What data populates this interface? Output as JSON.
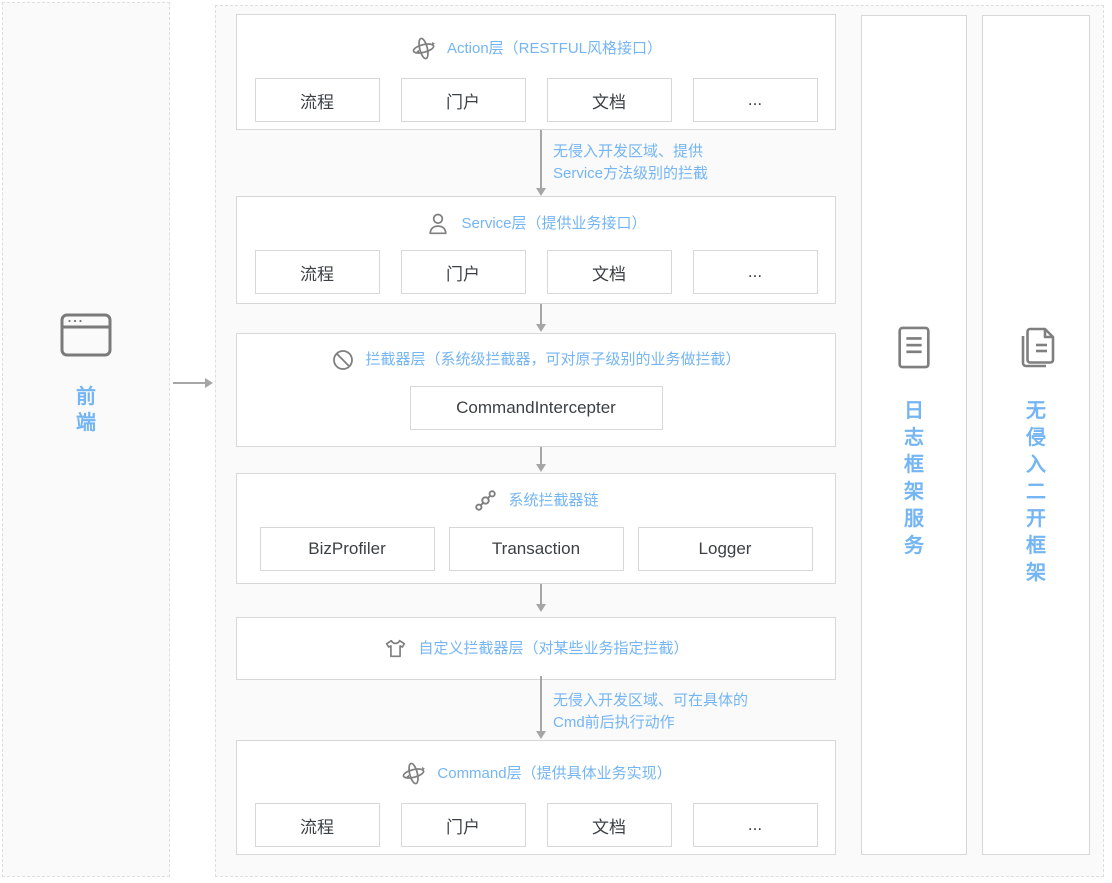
{
  "colors": {
    "accent_blue": "#74b5f4",
    "panel_background": "#fafafa",
    "dashed_border": "#dedede",
    "solid_border": "#d8d8d8",
    "box_text": "#3c4045",
    "arrow_gray": "#a6a6a6",
    "icon_gray": "#7f7f7f"
  },
  "left_panel": {
    "icon": "browser-window-icon",
    "label": "前端"
  },
  "main": {
    "layers": [
      {
        "icon": "rotate-3d-icon",
        "title": "Action层（RESTFUL风格接口）",
        "boxes": [
          "流程",
          "门户",
          "文档",
          "..."
        ]
      },
      {
        "icon": "person-icon",
        "title": "Service层（提供业务接口）",
        "boxes": [
          "流程",
          "门户",
          "文档",
          "..."
        ]
      },
      {
        "icon": "prohibit-icon",
        "title": "拦截器层（系统级拦截器，可对原子级别的业务做拦截）",
        "boxes": [
          "CommandIntercepter"
        ]
      },
      {
        "icon": "chain-icon",
        "title": "系统拦截器链",
        "boxes": [
          "BizProfiler",
          "Transaction",
          "Logger"
        ]
      },
      {
        "icon": "tshirt-icon",
        "title": "自定义拦截器层（对某些业务指定拦截）",
        "boxes": []
      },
      {
        "icon": "rotate-3d-icon",
        "title": "Command层（提供具体业务实现）",
        "boxes": [
          "流程",
          "门户",
          "文档",
          "..."
        ]
      }
    ],
    "notes": {
      "top": {
        "line1": "无侵入开发区域、提供",
        "line2": "Service方法级别的拦截"
      },
      "bottom": {
        "line1": "无侵入开发区域、可在具体的",
        "line2": "Cmd前后执行动作"
      }
    }
  },
  "right_columns": [
    {
      "icon": "document-lines-icon",
      "label": "日志框架服务"
    },
    {
      "icon": "documents-copy-icon",
      "label": "无侵入二开框架"
    }
  ]
}
